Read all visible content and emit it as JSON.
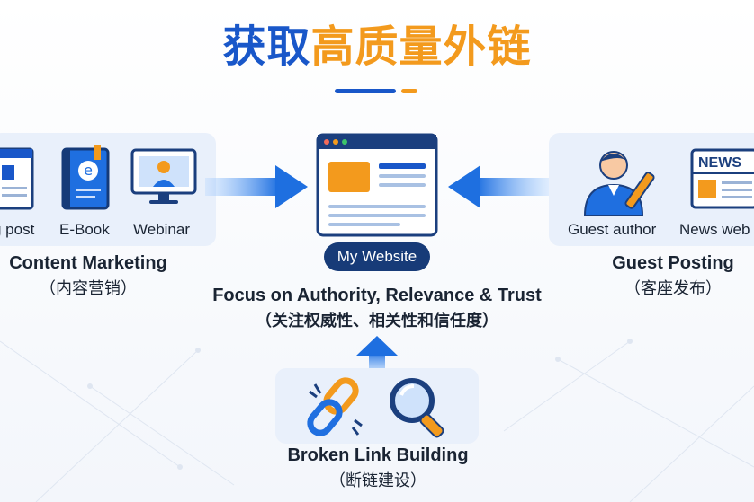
{
  "title": {
    "part1": "获取",
    "part2": "高质量外链"
  },
  "center": {
    "badge": "My Website",
    "focus_en": "Focus on Authority, Relevance & Trust",
    "focus_zh": "（关注权威性、相关性和信任度）"
  },
  "left": {
    "items": [
      "g post",
      "E-Book",
      "Webinar"
    ],
    "ebook_letter": "e",
    "caption_en": "Content Marketing",
    "caption_zh": "（内容营销）"
  },
  "right": {
    "items": [
      "Guest author",
      "News web"
    ],
    "news_label": "NEWS",
    "caption_en": "Guest Posting",
    "caption_zh": "（客座发布）"
  },
  "bottom": {
    "caption_en": "Broken Link Building",
    "caption_zh": "（断链建设）"
  },
  "colors": {
    "blue": "#1957c9",
    "orange": "#f39a1d",
    "navy": "#173b78",
    "arrow": "#1e6fe0",
    "panel": "#e9f0fb"
  }
}
